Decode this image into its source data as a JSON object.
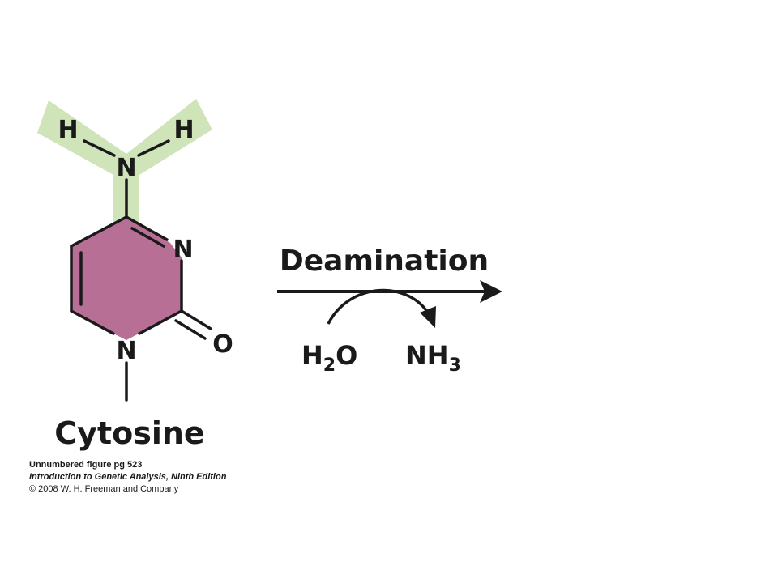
{
  "molecule": {
    "name": "Cytosine",
    "atoms": {
      "amine_n": "N",
      "hydrogen_left": "H",
      "hydrogen_right": "H",
      "ring_n3": "N",
      "ring_n1": "N",
      "carbonyl_o": "O"
    }
  },
  "reaction": {
    "label": "Deamination",
    "reactant_prefix": "H",
    "reactant_subscript": "2",
    "reactant_suffix": "O",
    "product_prefix": "NH",
    "product_subscript": "3"
  },
  "caption": {
    "line1": "Unnumbered figure pg 523",
    "line2": "Introduction to Genetic Analysis, Ninth Edition",
    "line3": "© 2008 W. H. Freeman and Company"
  },
  "colors": {
    "ring_fill": "#b86f96",
    "amine_highlight": "#cfe4b8",
    "ink": "#1a1a1a"
  }
}
